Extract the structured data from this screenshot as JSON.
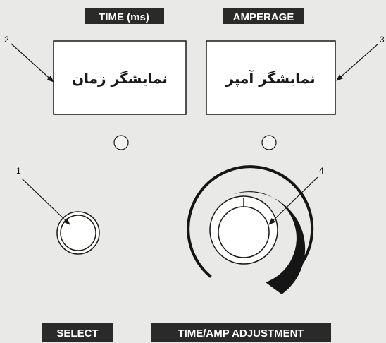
{
  "panel": {
    "time_label": "TIME (ms)",
    "amperage_label": "AMPERAGE",
    "time_display_text": "نمایشگر زمان",
    "amperage_display_text": "نمایشگر آمپر",
    "select_label": "SELECT",
    "adjust_label": "TIME/AMP ADJUSTMENT"
  },
  "callouts": {
    "c1": "1",
    "c2": "2",
    "c3": "3",
    "c4": "4"
  },
  "colors": {
    "background": "#e9e9e7",
    "ink": "#1a1a1a",
    "tag": "#2a2a2a"
  }
}
